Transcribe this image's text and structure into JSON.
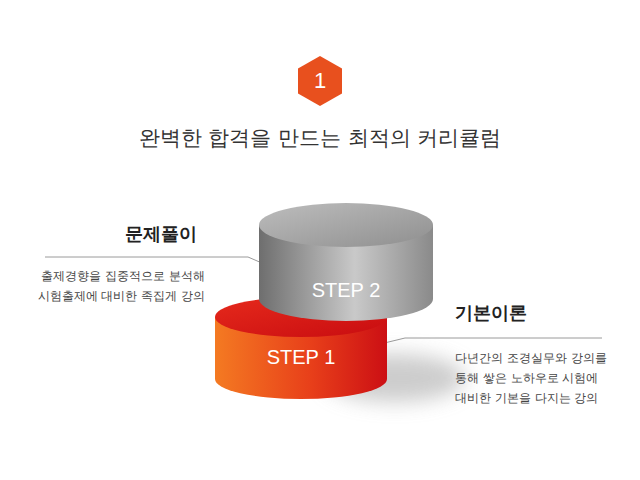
{
  "diagram": {
    "title": "완벽한 합격을 만드는 최적의 커리큘럼",
    "nodes": [
      {
        "text": [
          "1"
        ]
      },
      {
        "text": [
          "STEP 2"
        ]
      },
      {
        "text": [
          "STEP 1"
        ]
      }
    ],
    "labels": [
      "문제풀이",
      "출제경향을 집중적으로 분석해 시험출제에 대비한 족집게 강의",
      "기본이론",
      "다년간의 조경실무와 강의를 통해 쌓은 노하우로 시험에 대비한 기본을 다지는 강의"
    ]
  }
}
